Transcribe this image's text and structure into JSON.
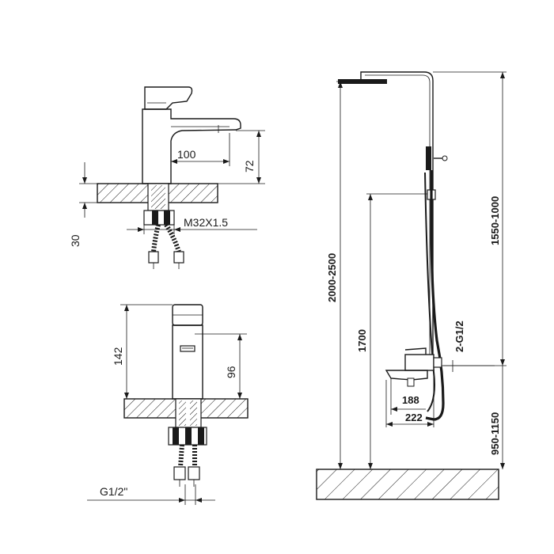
{
  "basin_mixer": {
    "dims": {
      "spout_reach": "100",
      "spout_height": "72",
      "shank_depth": "30",
      "thread": "M32X1.5"
    }
  },
  "basin_mixer_front": {
    "dims": {
      "total_height": "142",
      "outlet_height": "96",
      "hose_thread": "G1/2\""
    }
  },
  "shower_column": {
    "dims": {
      "total_height": "2000-2500",
      "head_rail": "1550-1000",
      "mixer_height": "1700",
      "connection": "2-G1/2",
      "spout_reach_1": "188",
      "spout_reach_2": "222",
      "mount_height": "950-1150"
    }
  }
}
